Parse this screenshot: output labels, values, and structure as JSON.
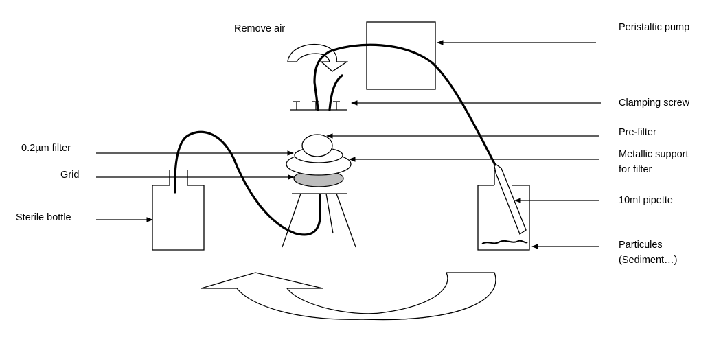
{
  "labels": {
    "remove_air": "Remove air",
    "peristaltic_pump": "Peristaltic pump",
    "clamping_screw": "Clamping screw",
    "pre_filter": "Pre-filter",
    "metallic_support_line1": "Metallic support",
    "metallic_support_line2": "for filter",
    "filter": "0.2µm filter",
    "grid": "Grid",
    "sterile_bottle": "Sterile bottle",
    "pipette": "10ml pipette",
    "particules_line1": "Particules",
    "particules_line2": "(Sediment…)"
  },
  "colors": {
    "line": "#000000",
    "arrow_shadow": "#c8c8c8",
    "grid_fill": "#bdbdbd"
  }
}
